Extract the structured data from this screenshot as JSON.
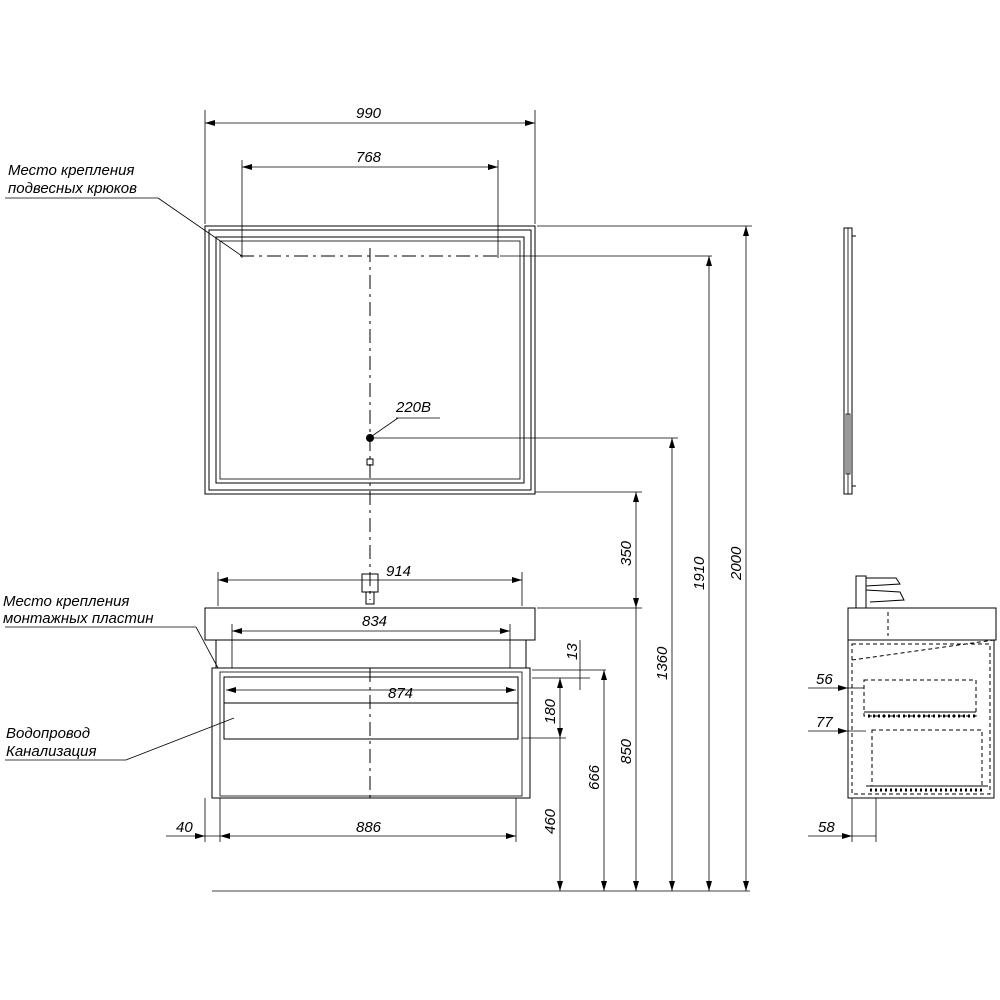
{
  "labels": {
    "hooks_line1": "Место крепления",
    "hooks_line2": "подвесных крюков",
    "plates_line1": "Место крепления",
    "plates_line2": "монтажных пластин",
    "pipes_line1": "Водопровод",
    "pipes_line2": "Канализация",
    "power": "220В"
  },
  "dimensions": {
    "mirror_width": "990",
    "hook_spacing": "768",
    "vanity_top_width": "914",
    "plate_spacing": "834",
    "inner_width": "874",
    "cabinet_width": "886",
    "side_offset": "40",
    "gap_13": "13",
    "zone_180": "180",
    "height_460": "460",
    "height_666": "666",
    "height_850": "850",
    "height_1360": "1360",
    "gap_350": "350",
    "height_1910": "1910",
    "height_2000": "2000",
    "side_56": "56",
    "side_77": "77",
    "side_58": "58"
  }
}
